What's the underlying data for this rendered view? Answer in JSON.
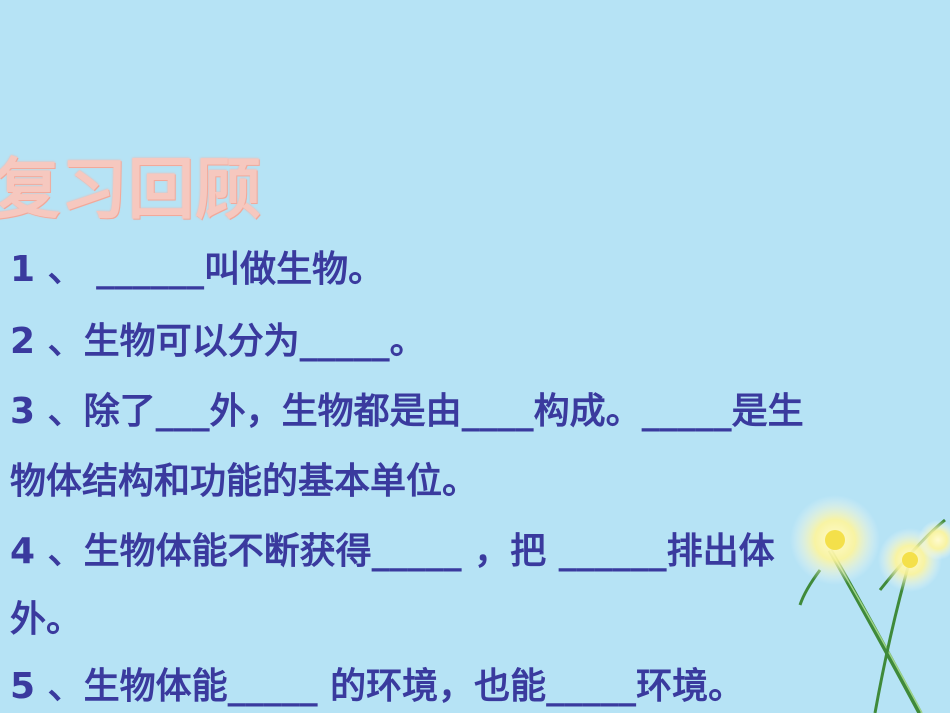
{
  "slide": {
    "title": "复习回顾",
    "questions": [
      "1 、  ______叫做生物。",
      "2 、生物可以分为_____。",
      "3 、除了___外，生物都是由____构成。_____是生",
      "物体结构和功能的基本单位。",
      "4 、生物体能不断获得_____ ，把 ______排出体",
      "外。",
      "5 、生物体能_____ 的环境，也能_____环境。"
    ]
  },
  "colors": {
    "background": "#b6e3f5",
    "text": "#3a3a9e",
    "title": "#f6c8bf"
  },
  "decoration": "dandelion-illustration"
}
